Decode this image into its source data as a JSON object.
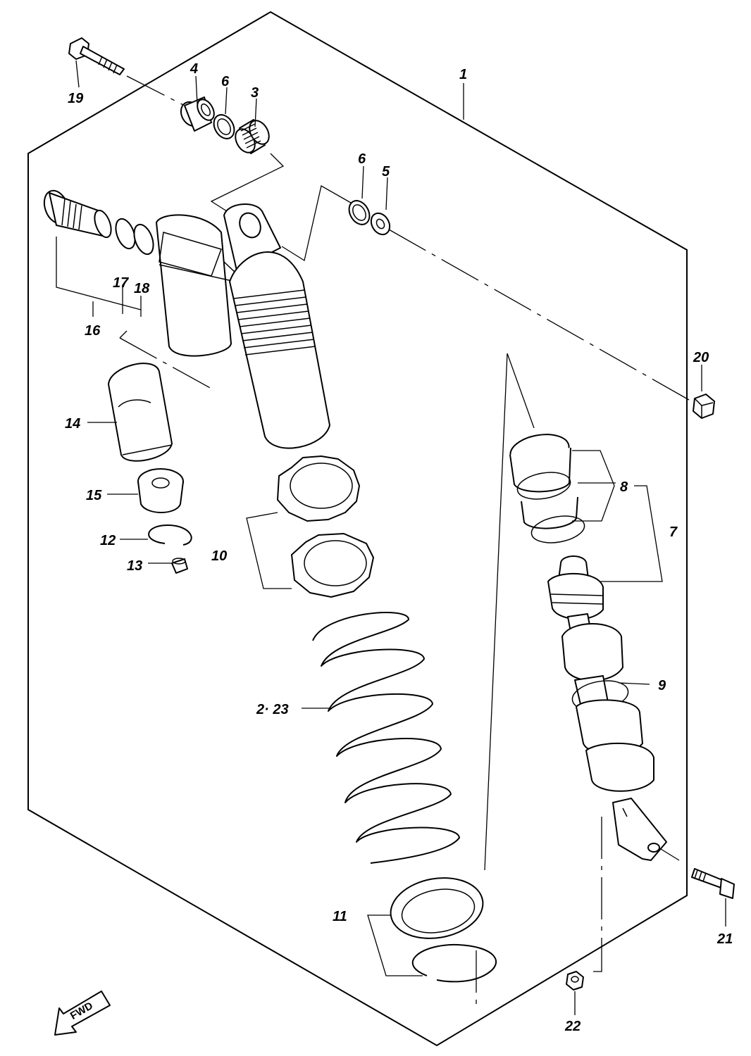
{
  "labels": {
    "p1": "1",
    "p2_23": "2· 23",
    "p3": "3",
    "p4": "4",
    "p5": "5",
    "p6a": "6",
    "p6b": "6",
    "p7": "7",
    "p8": "8",
    "p9": "9",
    "p10": "10",
    "p11": "11",
    "p12": "12",
    "p13": "13",
    "p14": "14",
    "p15": "15",
    "p16": "16",
    "p17": "17",
    "p18": "18",
    "p19": "19",
    "p20": "20",
    "p21": "21",
    "p22": "22"
  },
  "fwd": "FWD"
}
